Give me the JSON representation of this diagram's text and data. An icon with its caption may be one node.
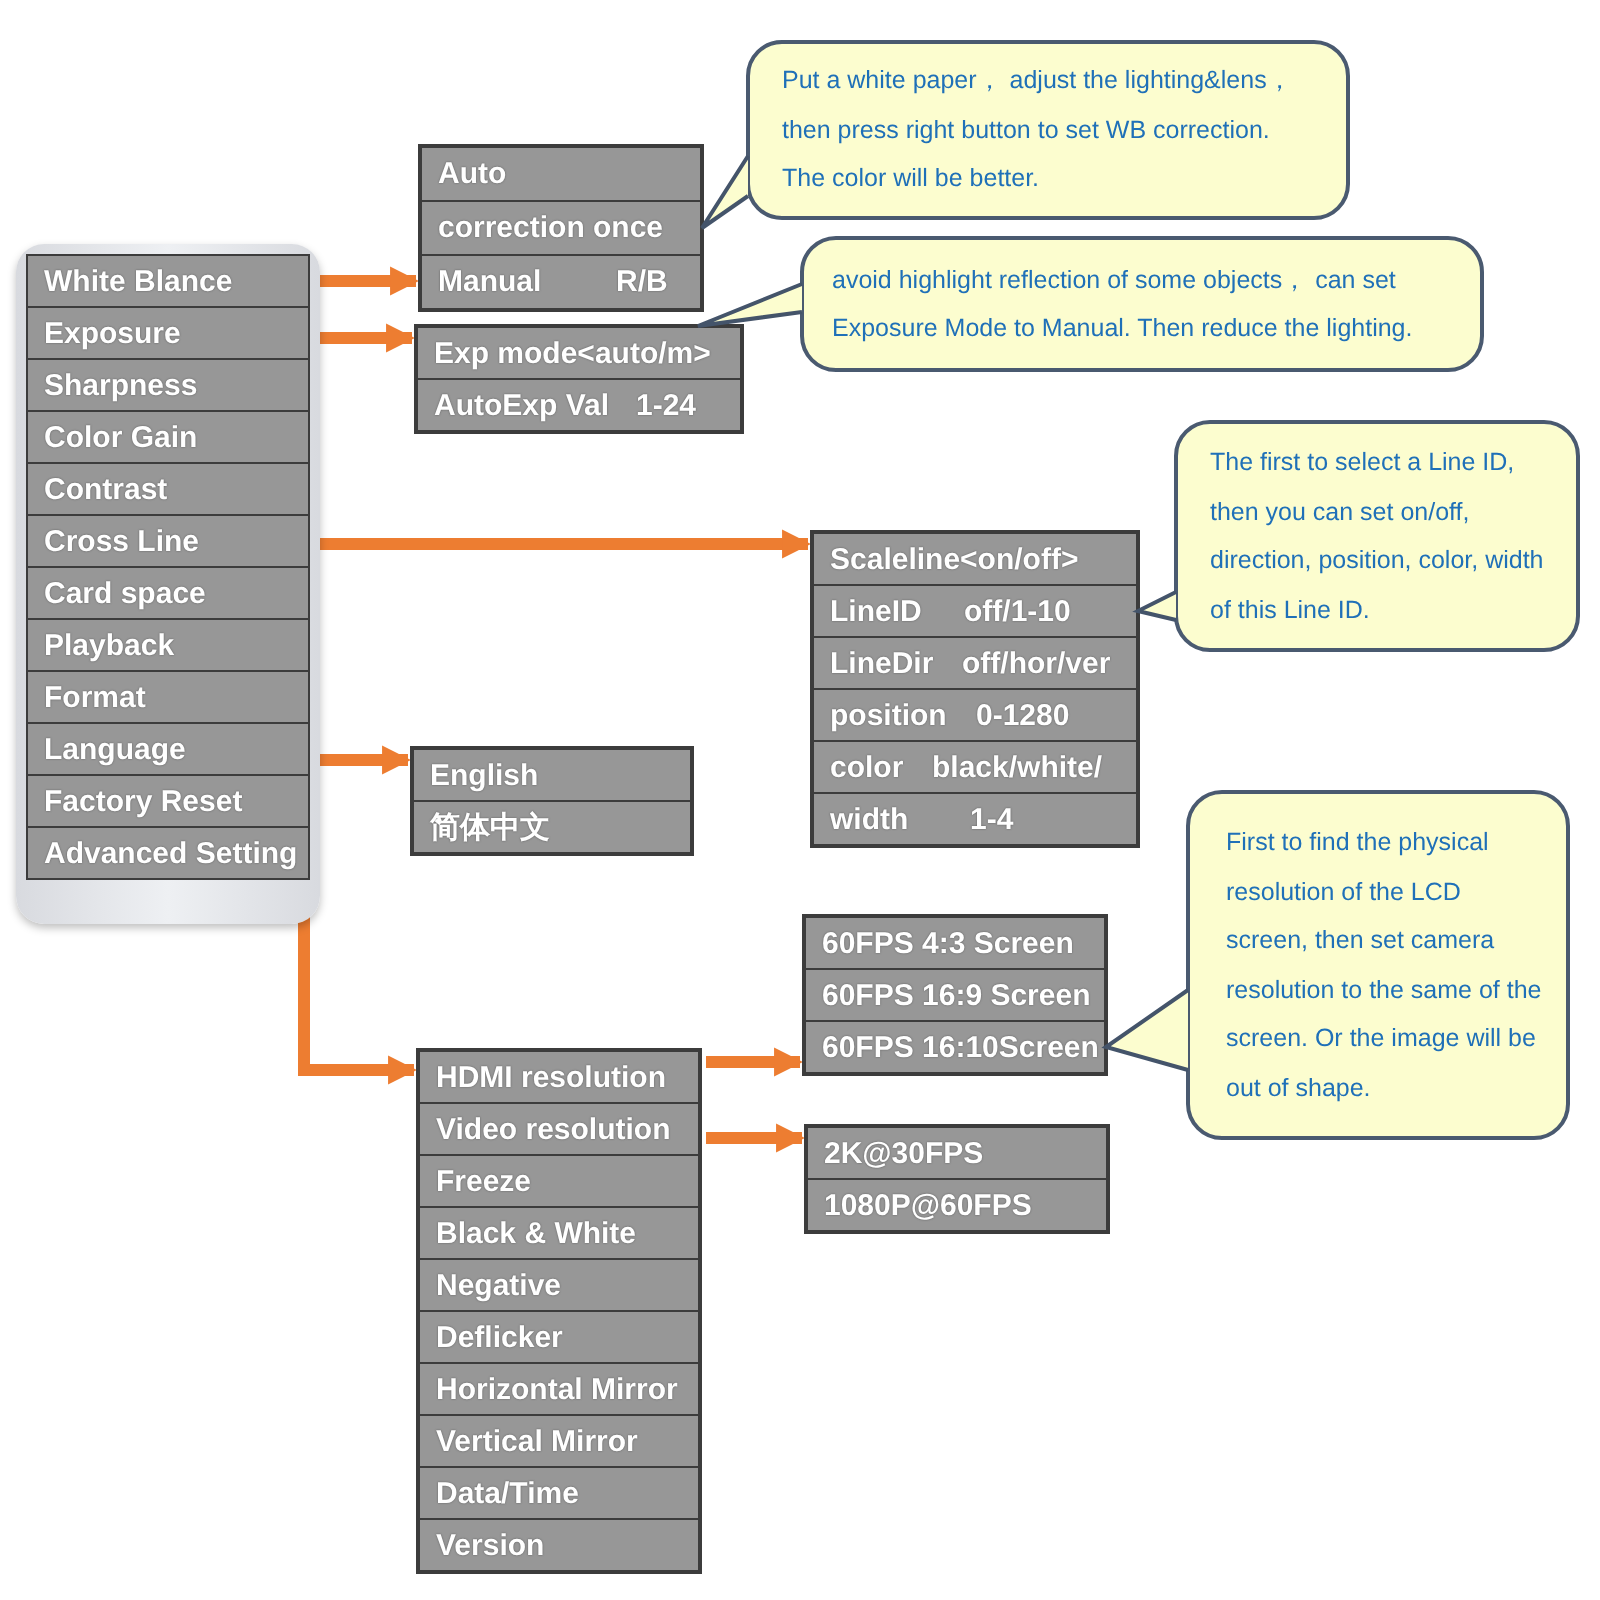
{
  "diagram": {
    "nodes": [
      {
        "text": [
          "Put a white paper， adjust the lighting&lens， then press right button to set WB correction. The color will be better."
        ]
      },
      {
        "text": [],
        "shape": "box"
      },
      {
        "text": [
          "Auto"
        ],
        "in": 1
      },
      {
        "text": [
          "correction once"
        ],
        "in": 1
      },
      {
        "text": [
          "Manual",
          "R/B"
        ],
        "in": 1
      },
      {
        "text": [],
        "shape": "box"
      },
      {
        "text": [
          "White Blance"
        ],
        "in": 5
      },
      {
        "text": [
          "Exposure"
        ],
        "in": 5
      },
      {
        "text": [
          "Sharpness"
        ],
        "in": 5
      },
      {
        "text": [
          "Color Gain"
        ],
        "in": 5
      },
      {
        "text": [
          "Contrast"
        ],
        "in": 5
      },
      {
        "text": [
          "Cross Line"
        ],
        "in": 5
      },
      {
        "text": [
          "Card space"
        ],
        "in": 5
      },
      {
        "text": [
          "Playback"
        ],
        "in": 5
      },
      {
        "text": [
          "Format"
        ],
        "in": 5
      },
      {
        "text": [
          "Language"
        ],
        "in": 5
      },
      {
        "text": [
          "Factory Reset"
        ],
        "in": 5
      },
      {
        "text": [
          "Advanced Setting"
        ],
        "in": 5
      },
      {
        "text": [
          "avoid highlight reflection of some objects， can set Exposure Mode to Manual. Then reduce the lighting."
        ]
      },
      {
        "text": [],
        "shape": "box"
      },
      {
        "text": [
          "Exp mode<auto/m>"
        ],
        "in": 19
      },
      {
        "text": [
          "AutoExp Val",
          "1-24"
        ],
        "in": 19
      },
      {
        "text": [
          "The first to select a Line ID, then you can set on/off, direction, position, color, width of this Line ID."
        ]
      },
      {
        "text": [],
        "shape": "box"
      },
      {
        "text": [
          "Scaleline<on/off>"
        ],
        "in": 23
      },
      {
        "text": [
          "LineID",
          "off/1-10"
        ],
        "in": 23
      },
      {
        "text": [
          "LineDir",
          "off/hor/ver"
        ],
        "in": 23
      },
      {
        "text": [
          "position",
          "0-1280"
        ],
        "in": 23
      },
      {
        "text": [
          "color",
          "black/white/"
        ],
        "in": 23
      },
      {
        "text": [
          "width",
          "1-4"
        ],
        "in": 23
      },
      {
        "text": [],
        "shape": "box"
      },
      {
        "text": [
          "English"
        ],
        "in": 30
      },
      {
        "text": [
          "简体中文"
        ],
        "in": 30
      },
      {
        "text": [
          "First to find the physical resolution of the LCD screen, then set camera resolution to the same of the screen. Or the image will be out of shape."
        ]
      },
      {
        "text": [],
        "shape": "box"
      },
      {
        "text": [
          "60FPS 4:3 Screen"
        ],
        "in": 34
      },
      {
        "text": [
          "60FPS 16:9 Screen"
        ],
        "in": 34
      },
      {
        "text": [
          "60FPS 16:10Screen"
        ],
        "in": 34
      },
      {
        "text": [],
        "shape": "box"
      },
      {
        "text": [
          "HDMI resolution"
        ],
        "in": 38
      },
      {
        "text": [
          "Video resolution"
        ],
        "in": 38
      },
      {
        "text": [
          "Freeze"
        ],
        "in": 38
      },
      {
        "text": [
          "Black & White"
        ],
        "in": 38
      },
      {
        "text": [
          "Negative"
        ],
        "in": 38
      },
      {
        "text": [
          "Deflicker"
        ],
        "in": 38
      },
      {
        "text": [
          "Horizontal Mirror"
        ],
        "in": 38
      },
      {
        "text": [
          "Vertical Mirror"
        ],
        "in": 38
      },
      {
        "text": [
          "Data/Time"
        ],
        "in": 38
      },
      {
        "text": [
          "Version"
        ],
        "in": 38
      },
      {
        "text": [],
        "shape": "box"
      },
      {
        "text": [
          "2K@30FPS"
        ],
        "in": 49
      },
      {
        "text": [
          "1080P@60FPS"
        ],
        "in": 49
      }
    ],
    "edges": [
      {
        "from": 6,
        "to": 1,
        "arrow": "to"
      },
      {
        "from": 7,
        "to": 19,
        "arrow": "to"
      },
      {
        "from": 11,
        "to": 23,
        "arrow": "to"
      },
      {
        "from": 15,
        "to": 30,
        "arrow": "to"
      },
      {
        "from": 17,
        "to": 38,
        "arrow": "to"
      },
      {
        "from": 39,
        "to": 34,
        "arrow": "to"
      },
      {
        "from": 40,
        "to": 49,
        "arrow": "to"
      },
      {
        "from": 0,
        "to": 3,
        "arrow": "to",
        "color": "#44546a"
      },
      {
        "from": 18,
        "to": 20,
        "arrow": "to",
        "color": "#44546a"
      },
      {
        "from": 22,
        "to": 25,
        "arrow": "to",
        "color": "#44546a"
      },
      {
        "from": 33,
        "to": 37,
        "arrow": "to",
        "color": "#44546a"
      }
    ]
  }
}
